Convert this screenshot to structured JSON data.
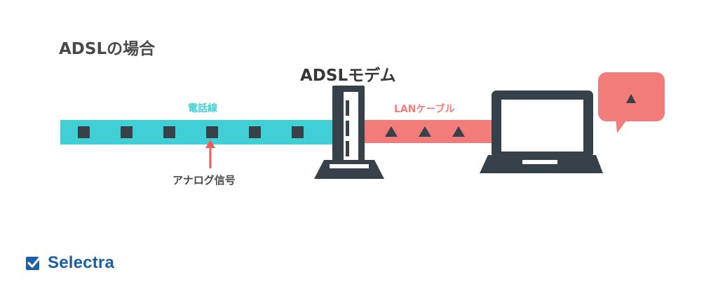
{
  "diagram": {
    "title": "ADSLの場合",
    "modem_label": "ADSLモデム",
    "phone_line_label": "電話線",
    "lan_cable_label": "LANケーブル",
    "analog_signal_label": "アナログ信号",
    "phone_line_signal_count": 6,
    "lan_cable_signal_count": 3
  },
  "brand": {
    "name": "Selectra"
  },
  "colors": {
    "phone_line": "#3fcfd5",
    "lan_cable": "#f27c7a",
    "device": "#36414a",
    "arrow": "#ef5a5a",
    "title_text": "#4a4a4a",
    "brand": "#1a5fa8"
  }
}
